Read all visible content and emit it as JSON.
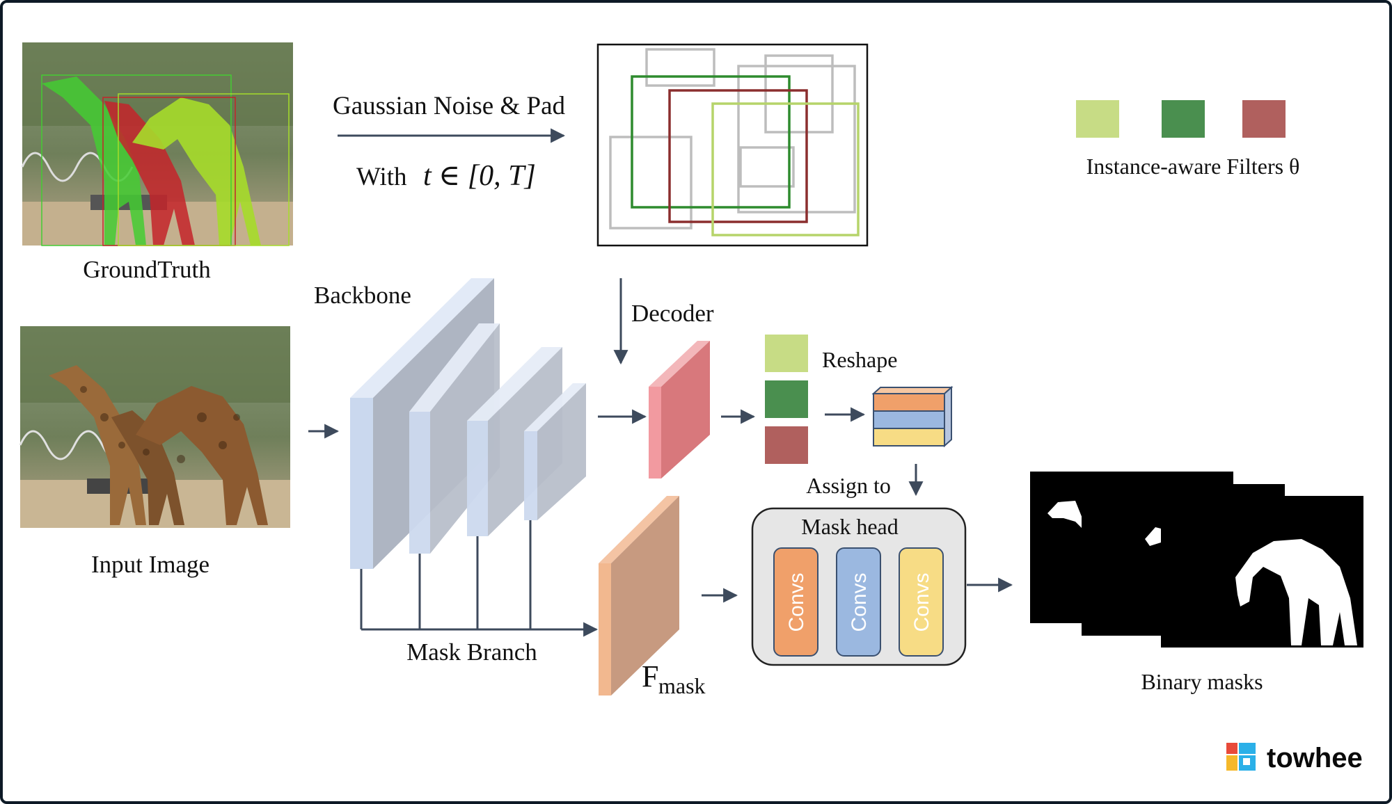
{
  "labels": {
    "ground_truth": "GroundTruth",
    "input_image": "Input Image",
    "gaussian_noise": "Gaussian Noise & Pad",
    "with_prefix": "With",
    "t_symbol": "t ∈ [0, T]",
    "backbone": "Backbone",
    "decoder": "Decoder",
    "reshape": "Reshape",
    "assign_to": "Assign to",
    "mask_head": "Mask head",
    "convs": [
      "Convs",
      "Convs",
      "Convs"
    ],
    "mask_branch": "Mask Branch",
    "f_main": "F",
    "f_sub": "mask",
    "instance_filters": "Instance-aware Filters θ",
    "binary_masks": "Binary masks"
  },
  "logo": {
    "text": "towhee"
  },
  "colors": {
    "filter_light_green": "#c7dc85",
    "filter_green": "#4a8f4f",
    "filter_red": "#b0605e",
    "backbone": "#cfdcf0",
    "decoder_feature": "#e98488",
    "mask_feature": "#cf9a80",
    "conv_orange": "#f0a06a",
    "conv_blue": "#9bb8e0",
    "conv_yellow": "#f7dc85",
    "arrow": "#3d4a5c"
  }
}
